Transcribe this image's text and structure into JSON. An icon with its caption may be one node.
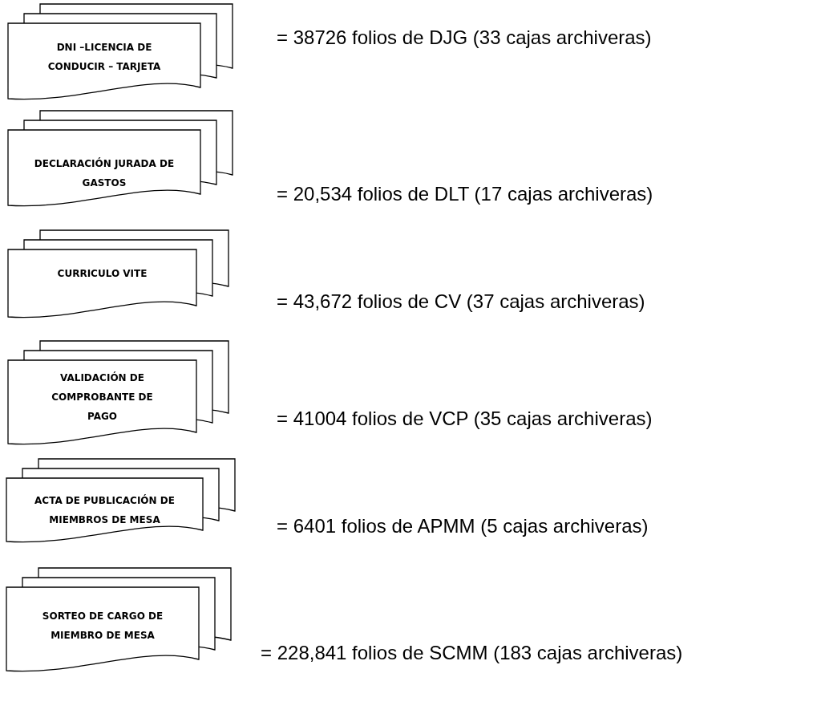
{
  "diagram": {
    "nodes": [
      {
        "text": [
          "DNI –LICENCIA DE CONDUCIR – TARJETA"
        ],
        "beside": [
          "= 38726 folios de DJG (33 cajas archiveras)"
        ]
      },
      {
        "text": [
          "DECLARACIÓN JURADA DE GASTOS"
        ],
        "beside": [
          "= 20,534 folios de DLT (17 cajas archiveras)"
        ]
      },
      {
        "text": [
          "CURRICULO VITE"
        ],
        "beside": [
          "= 43,672 folios de CV (37 cajas archiveras)"
        ]
      },
      {
        "text": [
          "VALIDACIÓN DE COMPROBANTE DE PAGO"
        ],
        "beside": [
          "= 41004 folios de VCP (35 cajas archiveras)"
        ]
      },
      {
        "text": [
          "ACTA DE PUBLICACIÓN DE  MIEMBROS DE MESA"
        ],
        "beside": [
          "= 6401 folios de APMM  (5 cajas archiveras)"
        ]
      },
      {
        "text": [
          "SORTEO DE CARGO DE MIEMBRO DE MESA"
        ],
        "beside": [
          "= 228,841 folios de SCMM (183 cajas archiveras)"
        ]
      }
    ]
  }
}
